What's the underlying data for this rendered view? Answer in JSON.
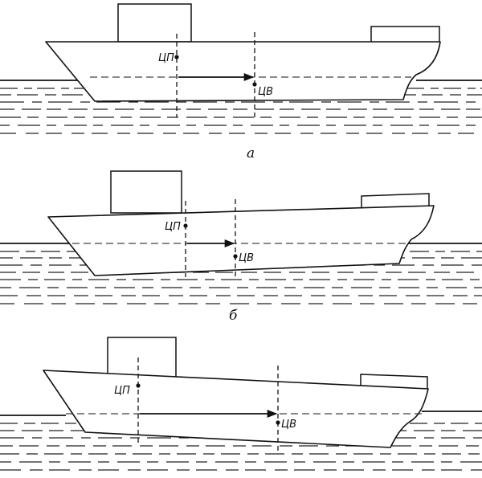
{
  "figure": {
    "panels": [
      {
        "caption": "а",
        "cp_label": "ЦП",
        "cv_label": "ЦВ"
      },
      {
        "caption": "б",
        "cp_label": "ЦП",
        "cv_label": "ЦВ"
      },
      {
        "caption": "",
        "cp_label": "ЦП",
        "cv_label": "ЦВ"
      }
    ]
  }
}
